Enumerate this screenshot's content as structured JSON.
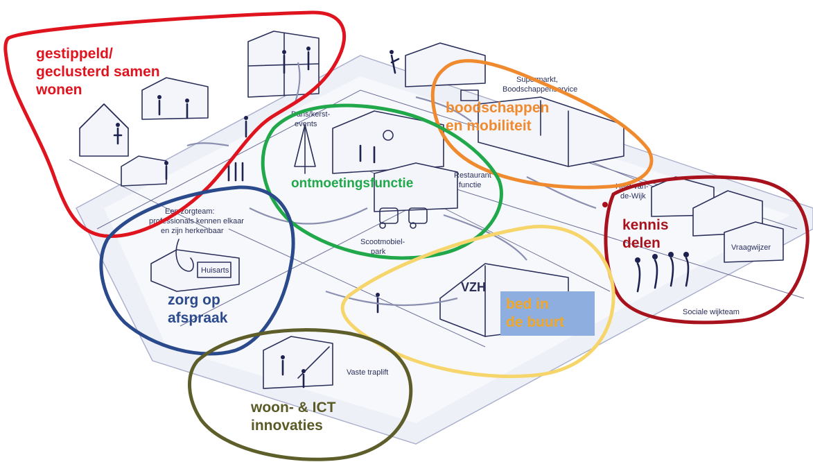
{
  "categories": [
    {
      "id": "samen-wonen",
      "label": "gestippeld/\ngeclusterd samen\nwonen",
      "color": "#e0141e"
    },
    {
      "id": "boodschappen",
      "label": "boodschappen\nen mobiliteit",
      "color": "#ef8a2e"
    },
    {
      "id": "ontmoeting",
      "label": "ontmoetingsfunctie",
      "color": "#20a84a"
    },
    {
      "id": "kennis",
      "label": "kennis\ndelen",
      "color": "#a8121c"
    },
    {
      "id": "zorg",
      "label": "zorg op\nafspraak",
      "color": "#2b4a8c"
    },
    {
      "id": "bed",
      "label": "bed in\nde buurt",
      "color": "#f6d56a",
      "text_color": "#f2a726",
      "box_color": "#8eaee0"
    },
    {
      "id": "woon-ict",
      "label": "woon- & ICT\ninnovaties",
      "color": "#5d5e2a",
      "text_color": "#5a5a26"
    }
  ],
  "sketch_labels": {
    "supermarkt": "Supermarkt,",
    "boodschappenservice": "Boodschappenservice",
    "dans": "Dans/kerst-",
    "events": "events",
    "restaurant": "Restaurant",
    "functie": "functie",
    "zorgteam_1": "Een zorgteam:",
    "zorgteam_2": "professionals kennen elkaar",
    "zorgteam_3": "en zijn herkenbaar",
    "huisarts": "Huisarts",
    "scootmobiel_1": "Scootmobiel-",
    "scootmobiel_2": "park",
    "vzh": "VZH",
    "vaste_traplift": "Vaste traplift",
    "vraagwijzer": "Vraagwijzer",
    "sociale_wijkteam": "Sociale wijkteam",
    "held_1": "Held-van-",
    "held_2": "de-Wijk"
  }
}
